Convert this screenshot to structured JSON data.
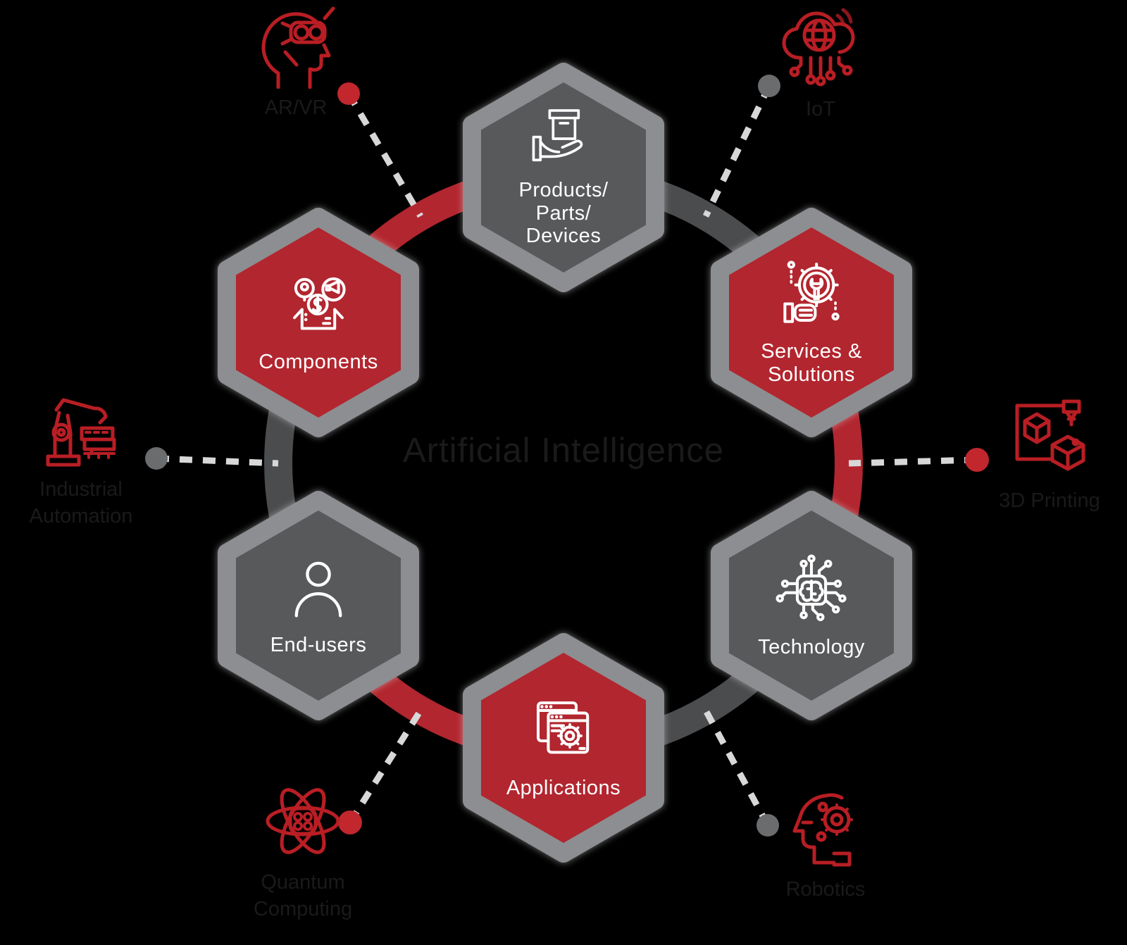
{
  "center_title": "Artificial Intelligence",
  "hexagons": [
    {
      "id": "products",
      "label": "Products/\nParts/\nDevices",
      "variant": "gray",
      "icon": "box-in-hand-icon"
    },
    {
      "id": "services",
      "label": "Services &\nSolutions",
      "variant": "red",
      "icon": "gear-wrench-hand-icon"
    },
    {
      "id": "technology",
      "label": "Technology",
      "variant": "gray",
      "icon": "ai-chip-brain-icon"
    },
    {
      "id": "applications",
      "label": "Applications",
      "variant": "red",
      "icon": "app-window-gear-icon"
    },
    {
      "id": "endusers",
      "label": "End-users",
      "variant": "gray",
      "icon": "user-icon"
    },
    {
      "id": "components",
      "label": "Components",
      "variant": "red",
      "icon": "marketing-box-icon"
    }
  ],
  "satellites": [
    {
      "id": "arvr",
      "label": "AR/VR",
      "icon": "ar-vr-headset-icon",
      "dot": "red"
    },
    {
      "id": "iot",
      "label": "IoT",
      "icon": "cloud-iot-icon",
      "dot": "gray"
    },
    {
      "id": "printing",
      "label": "3D Printing",
      "icon": "3d-printer-icon",
      "dot": "red"
    },
    {
      "id": "robotics",
      "label": "Robotics",
      "icon": "robot-head-icon",
      "dot": "gray"
    },
    {
      "id": "quantum",
      "label": "Quantum\nComputing",
      "icon": "atom-icon",
      "dot": "red"
    },
    {
      "id": "automation",
      "label": "Industrial\nAutomation",
      "icon": "robot-arm-icon",
      "dot": "gray"
    }
  ],
  "colors": {
    "background": "#000000",
    "hex_red": "#b2262f",
    "hex_gray": "#58595b",
    "hex_border": "#8c8e91",
    "arc_red": "#b2262f",
    "arc_gray": "#4b4c4e",
    "dash_line": "#d8d8d8",
    "dot_red": "#c1272d",
    "dot_gray": "#6b6c6e",
    "satellite_icon_red": "#b81e24",
    "hex_text": "#ffffff",
    "dark_text": "#1a1a1a"
  }
}
